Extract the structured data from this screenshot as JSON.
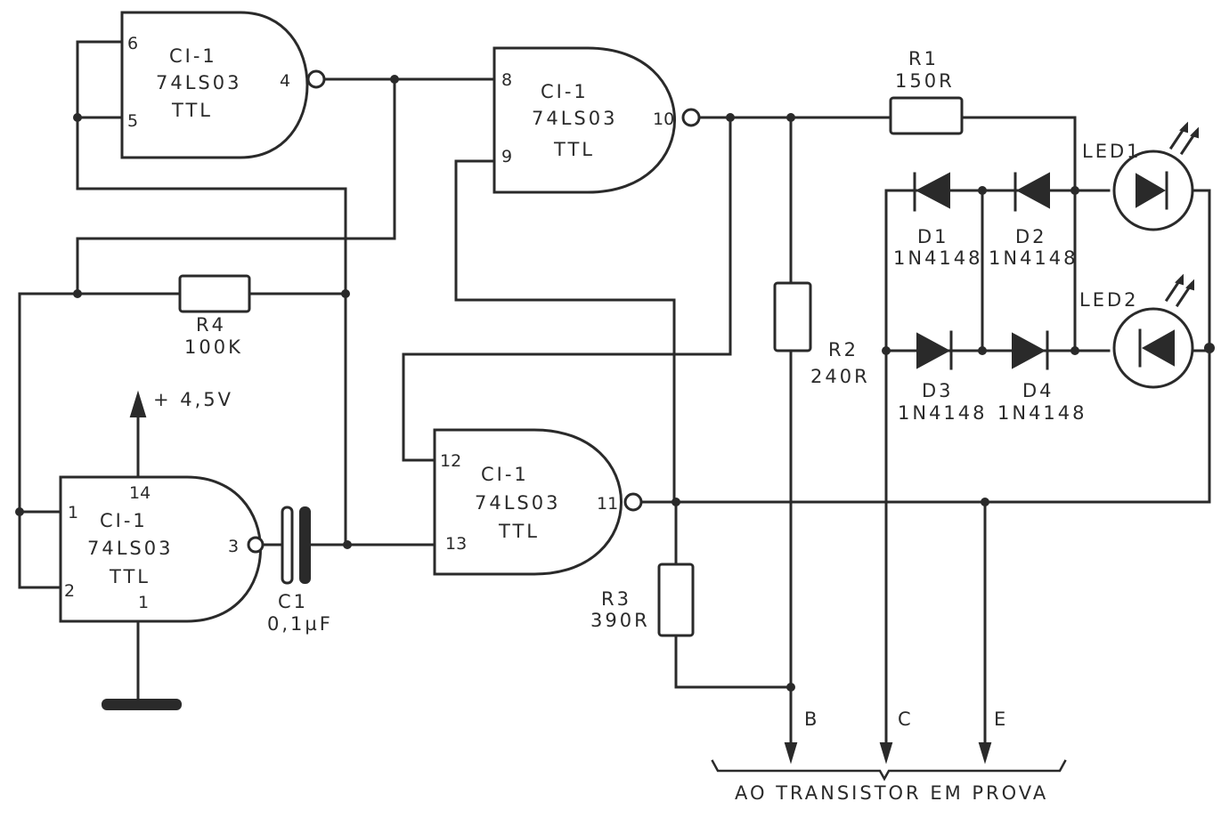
{
  "gates": [
    {
      "name": "CI-1",
      "part": "74LS03",
      "family": "TTL",
      "pins": {
        "in_a": "6",
        "in_b": "5",
        "out": "4"
      }
    },
    {
      "name": "CI-1",
      "part": "74LS03",
      "family": "TTL",
      "pins": {
        "in_a": "8",
        "in_b": "9",
        "out": "10"
      }
    },
    {
      "name": "CI-1",
      "part": "74LS03",
      "family": "TTL",
      "pins": {
        "in_a": "12",
        "in_b": "13",
        "out": "11"
      }
    },
    {
      "name": "CI-1",
      "part": "74LS03",
      "family": "TTL",
      "pins": {
        "in_a": "1",
        "in_b": "2",
        "out": "3",
        "vcc": "14",
        "gnd": "1"
      }
    }
  ],
  "resistors": [
    {
      "ref": "R1",
      "value": "150R"
    },
    {
      "ref": "R2",
      "value": "240R"
    },
    {
      "ref": "R3",
      "value": "390R"
    },
    {
      "ref": "R4",
      "value": "100K"
    }
  ],
  "capacitor": {
    "ref": "C1",
    "value": "0,1µF"
  },
  "diodes": [
    {
      "ref": "D1",
      "part": "1N4148"
    },
    {
      "ref": "D2",
      "part": "1N4148"
    },
    {
      "ref": "D3",
      "part": "1N4148"
    },
    {
      "ref": "D4",
      "part": "1N4148"
    }
  ],
  "leds": [
    {
      "ref": "LED1"
    },
    {
      "ref": "LED2"
    }
  ],
  "supply": "+ 4,5V",
  "terminals": {
    "b": "B",
    "c": "C",
    "e": "E"
  },
  "footer": "AO TRANSISTOR EM PROVA"
}
